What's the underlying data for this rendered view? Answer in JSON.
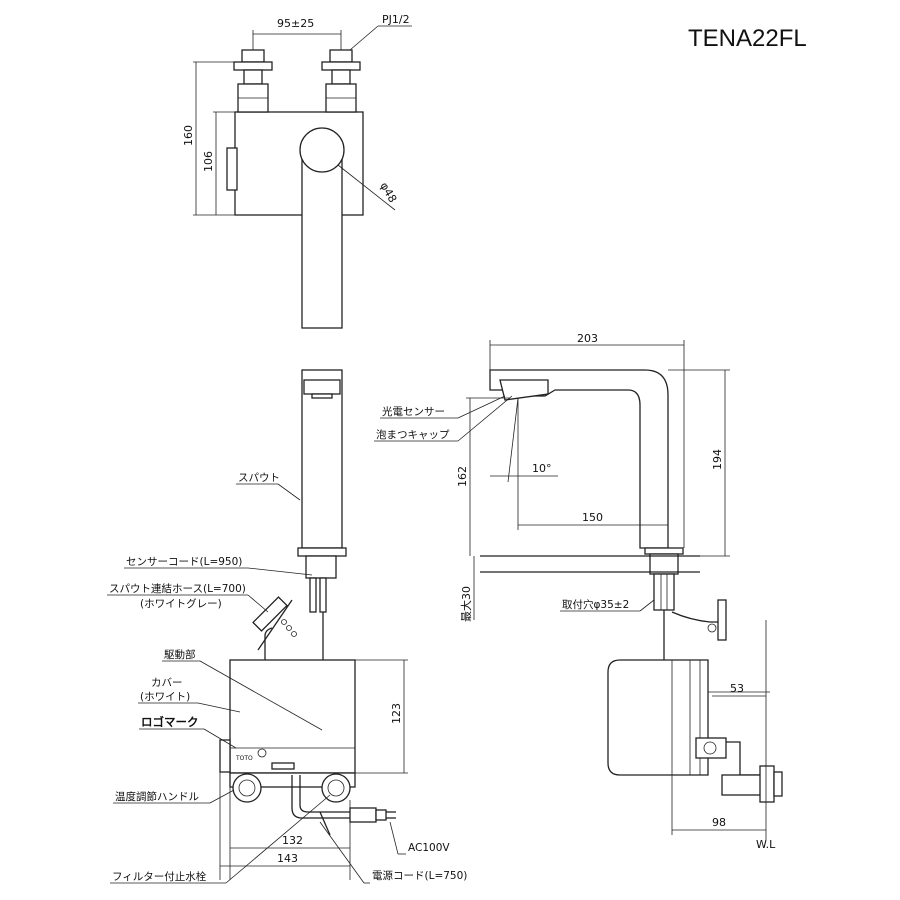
{
  "title": "TENA22FL",
  "top_view": {
    "width_dim": "95±25",
    "thread": "PJ1/2",
    "height_dim_outer": "160",
    "height_dim_inner": "106",
    "diameter": "φ48"
  },
  "side_view": {
    "width_dim": "203",
    "height_dim": "194",
    "sensor_height": "162",
    "angle": "10°",
    "reach": "150",
    "max_thickness": "最大30",
    "mount_hole": "取付穴φ35±2",
    "side_dim": "53",
    "depth_dim": "98",
    "wall_line": "W.L",
    "label_sensor": "光電センサー",
    "label_cap": "泡まつキャップ"
  },
  "front_view": {
    "label_spout": "スパウト",
    "label_sensor_cord": "センサーコード(L=950)",
    "label_hose": "スパウト連結ホース(L=700)",
    "label_hose_color": "(ホワイトグレー)",
    "label_drive": "駆動部",
    "label_cover": "カバー",
    "label_cover_color": "(ホワイト)",
    "label_logo": "ロゴマーク",
    "label_temp_handle": "温度調節ハンドル",
    "label_filter": "フィルター付止水栓",
    "label_power_cord": "電源コード(L=750)",
    "label_ac": "AC100V",
    "dim_123": "123",
    "dim_132": "132",
    "dim_143": "143"
  }
}
